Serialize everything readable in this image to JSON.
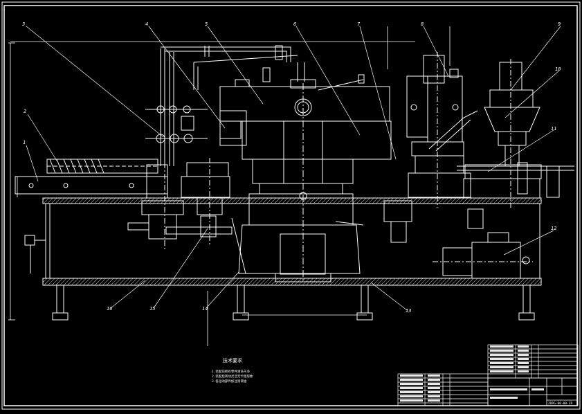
{
  "drawing": {
    "callouts": [
      "1",
      "2",
      "3",
      "4",
      "5",
      "6",
      "7",
      "8",
      "9",
      "10",
      "11",
      "12",
      "13",
      "14",
      "15",
      "16"
    ],
    "notes_title": "技术要求",
    "notes_lines": [
      "1.装配前所有零件清洗干净",
      "2.装配后转动灵活无卡阻现象",
      "3.各运动部件加注润滑油"
    ],
    "drawing_number": "ZDPG-00-00-ZP"
  },
  "colors": {
    "background": "#000000",
    "line": "#ffffff",
    "hatch": "#d0d0d0"
  }
}
